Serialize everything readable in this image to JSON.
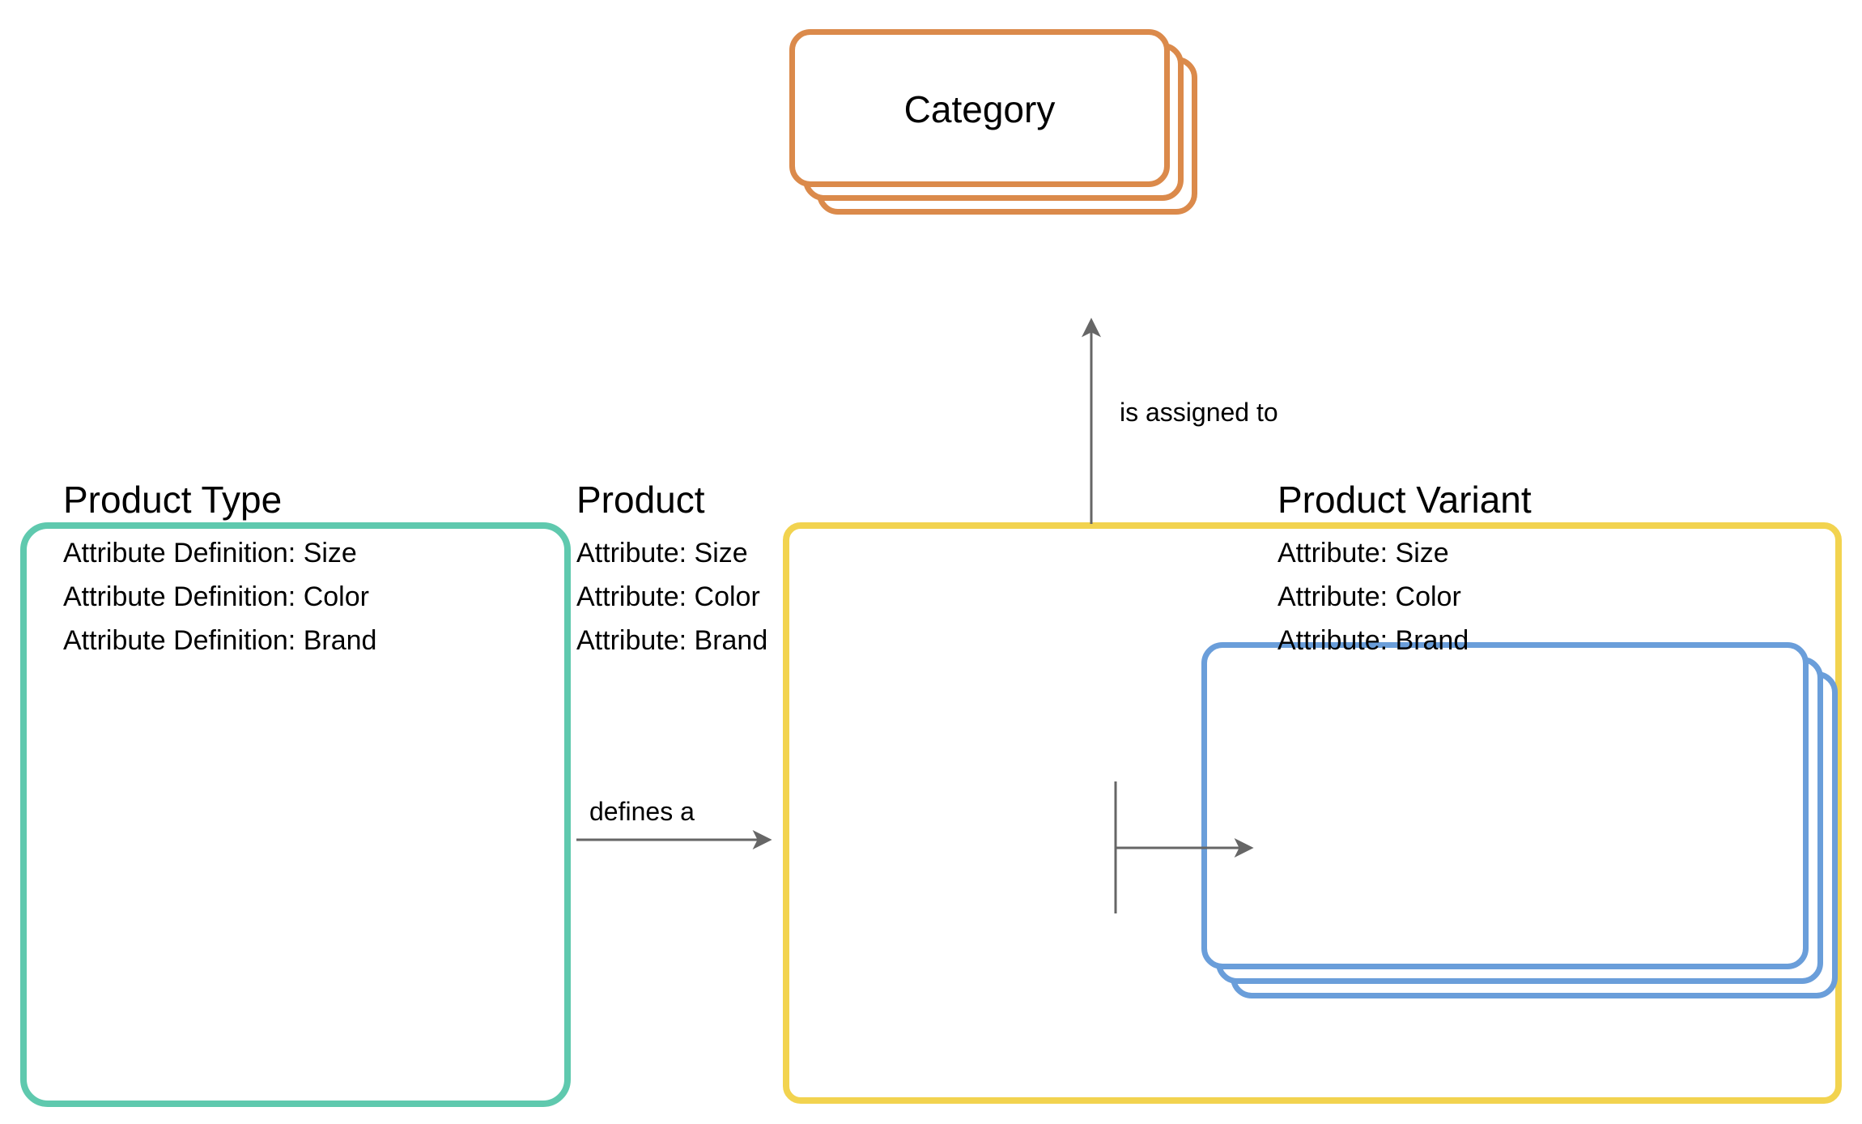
{
  "diagram": {
    "title": "Product data model",
    "background": "#ffffff",
    "nodes": {
      "category": {
        "label": "Category",
        "shape": "stacked-card",
        "stack_count": 3,
        "border_color": "#DB8A4B"
      },
      "product_type": {
        "label": "Product Type",
        "shape": "rounded-rect",
        "border_color": "#5FC9AE",
        "attributes": [
          "Attribute Definition: Size",
          "Attribute Definition: Color",
          "Attribute Definition: Brand"
        ]
      },
      "product": {
        "label": "Product",
        "shape": "rounded-rect",
        "border_color": "#F2D34F",
        "attributes": [
          "Attribute: Size",
          "Attribute: Color",
          "Attribute: Brand"
        ]
      },
      "product_variant": {
        "label": "Product Variant",
        "shape": "stacked-card",
        "stack_count": 3,
        "border_color": "#6A9EDA",
        "attributes": [
          "Attribute: Size",
          "Attribute: Color",
          "Attribute: Brand"
        ]
      }
    },
    "edges": [
      {
        "id": "product-to-category",
        "from": "product",
        "to": "category",
        "label": "is assigned to",
        "direction": "up",
        "color": "#666666"
      },
      {
        "id": "product-type-to-product",
        "from": "product_type",
        "to": "product",
        "label": "defines a",
        "direction": "right",
        "color": "#666666"
      },
      {
        "id": "product-to-product-variant",
        "from": "product",
        "to": "product_variant",
        "label": "",
        "direction": "right",
        "color": "#666666"
      }
    ]
  }
}
